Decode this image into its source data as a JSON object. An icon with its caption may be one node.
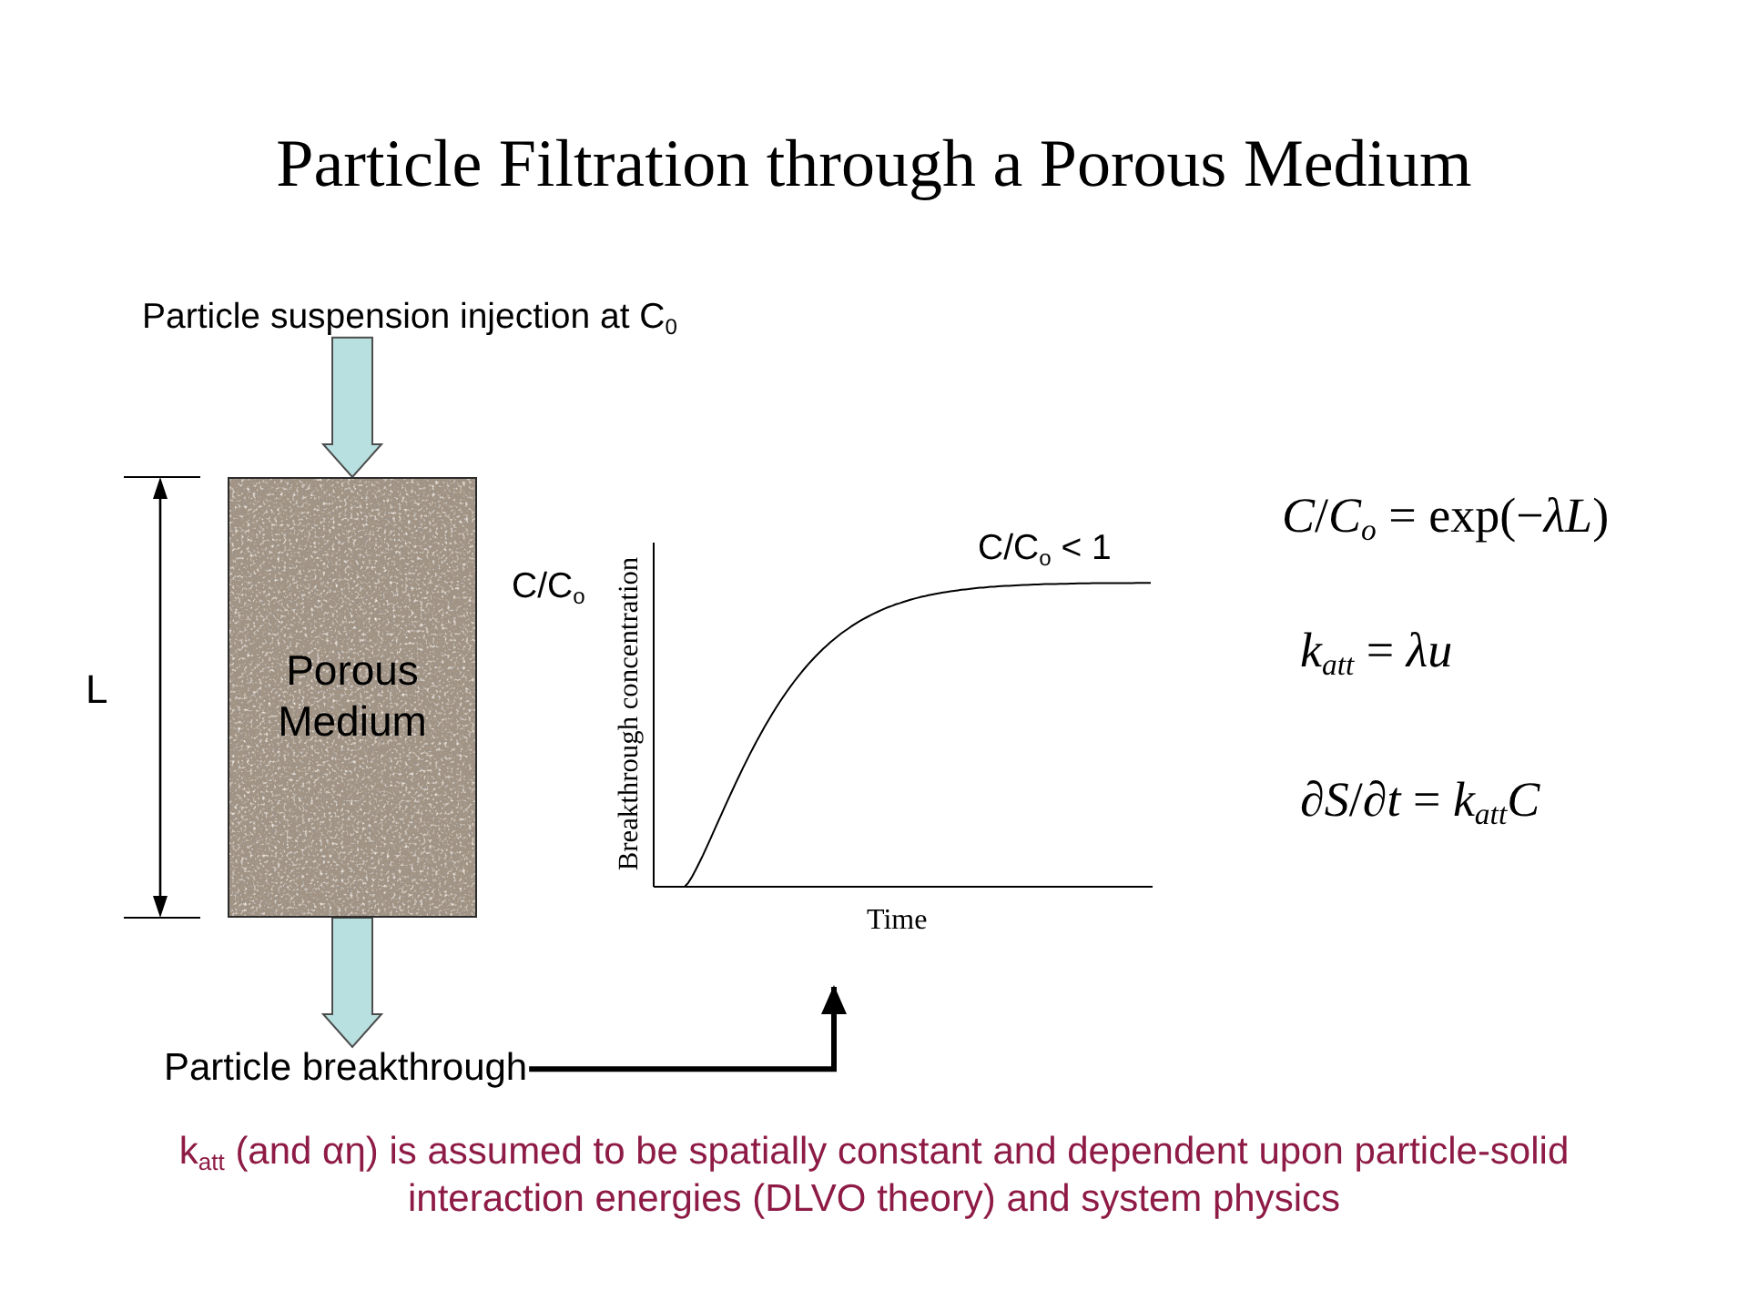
{
  "diagram": {
    "title": "Particle Filtration through a Porous Medium",
    "caption": "k$_{att}$ (and αη) is assumed to be spatially constant and dependent upon particle-solid interaction energies (DLVO theory) and system physics",
    "nodes": [
      {
        "text": [
          "Particle suspension injection at C$_{0}$"
        ]
      },
      {
        "text": [
          "Porous Medium"
        ]
      },
      {
        "text": [
          "Particle breakthrough"
        ]
      },
      {
        "text": [
          "C/C$_{o}$ < 1",
          "C/C$_{o}$",
          "Breakthrough concentration",
          "Time"
        ]
      }
    ],
    "edges": [
      {
        "from": 0,
        "to": 1,
        "arrow": "to",
        "style": "thick"
      },
      {
        "from": 1,
        "to": 2,
        "arrow": "to",
        "style": "thick"
      },
      {
        "from": 2,
        "to": 3,
        "arrow": "to",
        "color": "#000000"
      }
    ],
    "labels": [
      "L",
      "*C*/*C*$_{o}$ = exp(−*λL*)",
      "*k*$_{att}$ = *λu*",
      "∂*S*/∂*t* = *k*$_{att}$*C*"
    ]
  }
}
